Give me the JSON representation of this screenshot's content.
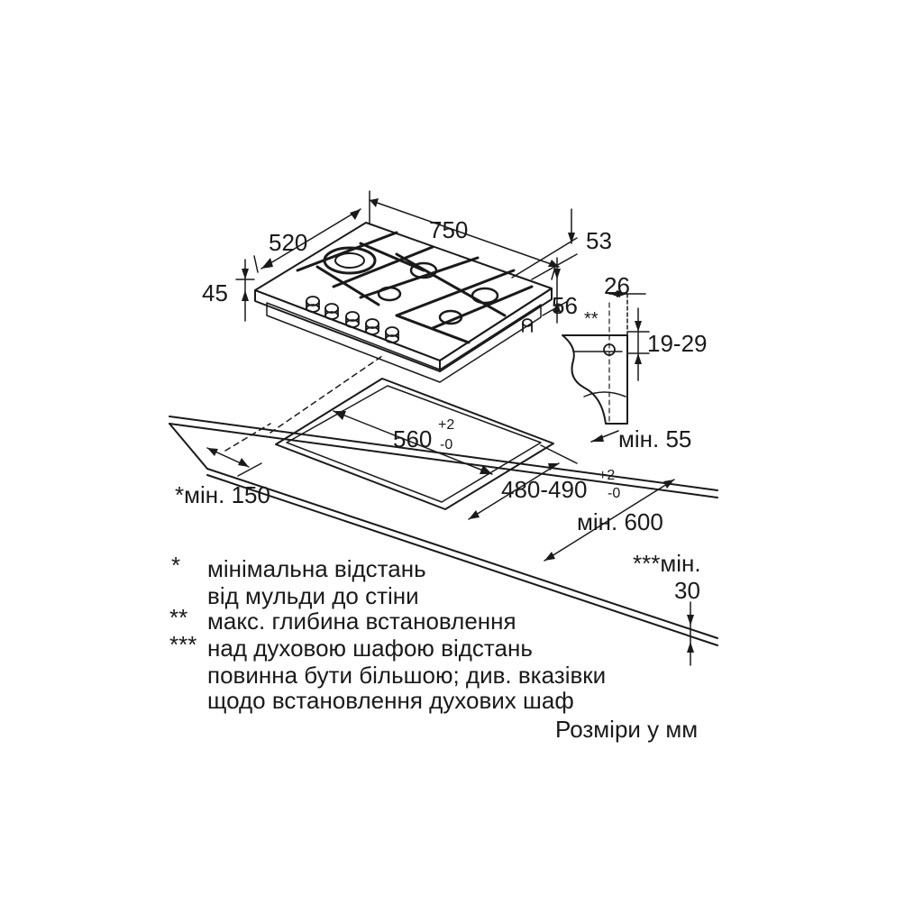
{
  "dimensions": {
    "width_520": "520",
    "width_750": "750",
    "height_53": "53",
    "height_45": "45",
    "offset_56": "56",
    "depth_26": "26",
    "max_depth_mark": "**",
    "thickness_range": "19-29",
    "cutout_560": "560",
    "cutout_560_tol_plus": "+2",
    "cutout_560_tol_minus": "-0",
    "cutout_480_490": "480-490",
    "cutout_480_490_tol_plus": "+2",
    "cutout_480_490_tol_minus": "-0",
    "min_55": "мін. 55",
    "min_150": "*мін. 150",
    "min_600": "мін. 600",
    "min_30_line1": "***мін.",
    "min_30_line2": "30"
  },
  "legend": {
    "note1_mark": "*",
    "note1_line1": "мінімальна відстань",
    "note1_line2": "від мульди до стіни",
    "note2_mark": "**",
    "note2_text": "макс. глибина встановлення",
    "note3_mark": "***",
    "note3_line1": "над духовою шафою відстань",
    "note3_line2": "повинна бути більшою; див. вказівки",
    "note3_line3": "щодо встановлення духових шаф",
    "units": "Розміри у мм"
  }
}
